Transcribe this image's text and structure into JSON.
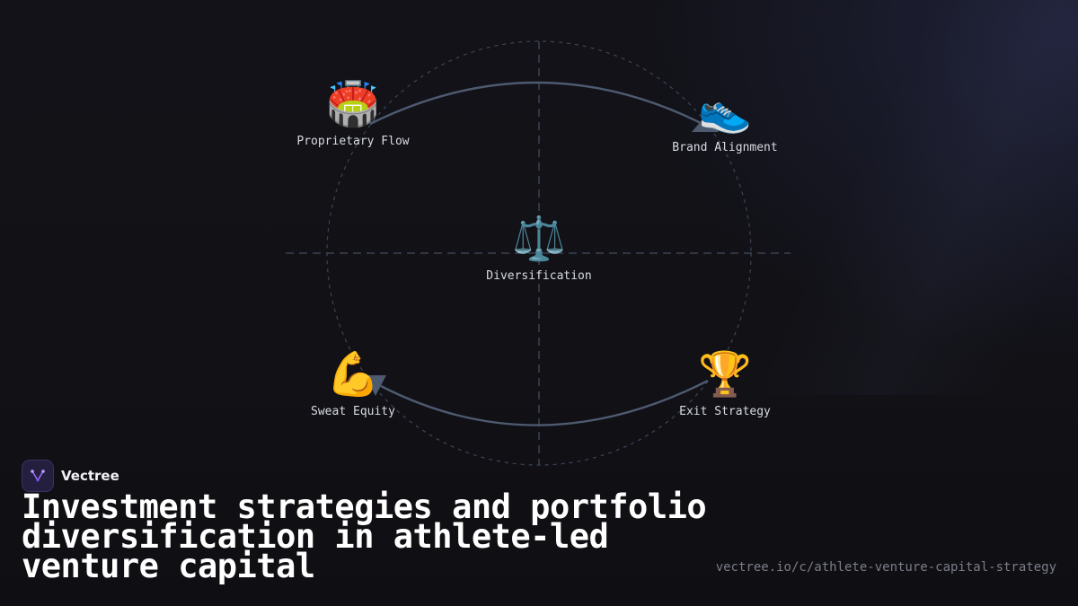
{
  "diagram": {
    "center": {
      "label": "Diversification",
      "icon": "balance-scale-icon",
      "emoji": "⚖️"
    },
    "nodes": [
      {
        "id": "proprietary-flow",
        "label": "Proprietary Flow",
        "icon": "stadium-icon",
        "emoji": "🏟️"
      },
      {
        "id": "brand-alignment",
        "label": "Brand Alignment",
        "icon": "sneaker-icon",
        "emoji": "👟"
      },
      {
        "id": "sweat-equity",
        "label": "Sweat Equity",
        "icon": "flexed-bicep-icon",
        "emoji": "💪"
      },
      {
        "id": "exit-strategy",
        "label": "Exit Strategy",
        "icon": "trophy-icon",
        "emoji": "🏆"
      }
    ],
    "colors": {
      "ring": "#3d4557",
      "arrow": "#4e5a70",
      "axis": "#3a4254"
    }
  },
  "brand": {
    "name": "Vectree",
    "logo_icon": "vectree-logo-icon",
    "accent": "#9a6bff"
  },
  "title": "Investment strategies and portfolio diversification in athlete-led venture capital",
  "url": "vectree.io/c/athlete-venture-capital-strategy"
}
